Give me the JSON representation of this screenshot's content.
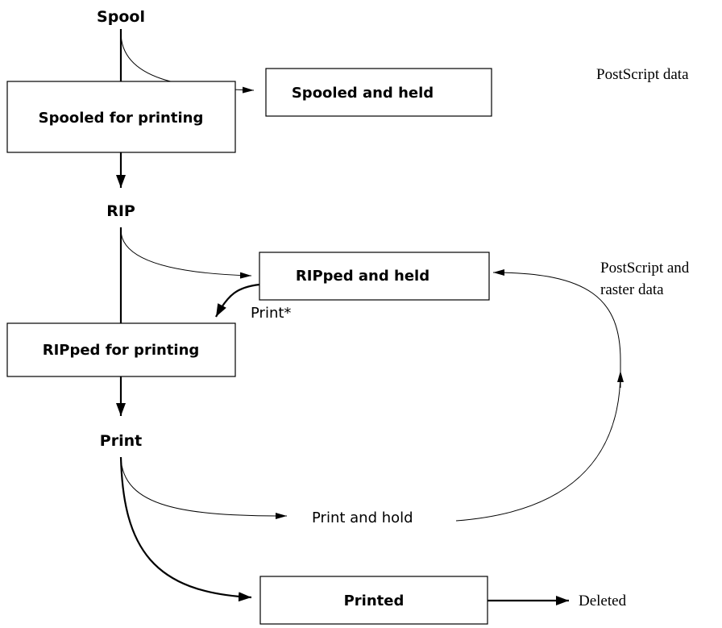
{
  "stages": {
    "spool": "Spool",
    "rip": "RIP",
    "print": "Print"
  },
  "boxes": {
    "spooled_and_held": "Spooled and held",
    "spooled_for_printing": "Spooled for printing",
    "ripped_and_held": "RIPped and held",
    "ripped_for_printing": "RIPped for printing",
    "printed": "Printed"
  },
  "labels": {
    "print_star": "Print*",
    "print_and_hold": "Print and hold",
    "deleted": "Deleted"
  },
  "notes": {
    "postscript_data": "PostScript data",
    "postscript_and_raster_line1": "PostScript and",
    "postscript_and_raster_line2": "raster data"
  }
}
